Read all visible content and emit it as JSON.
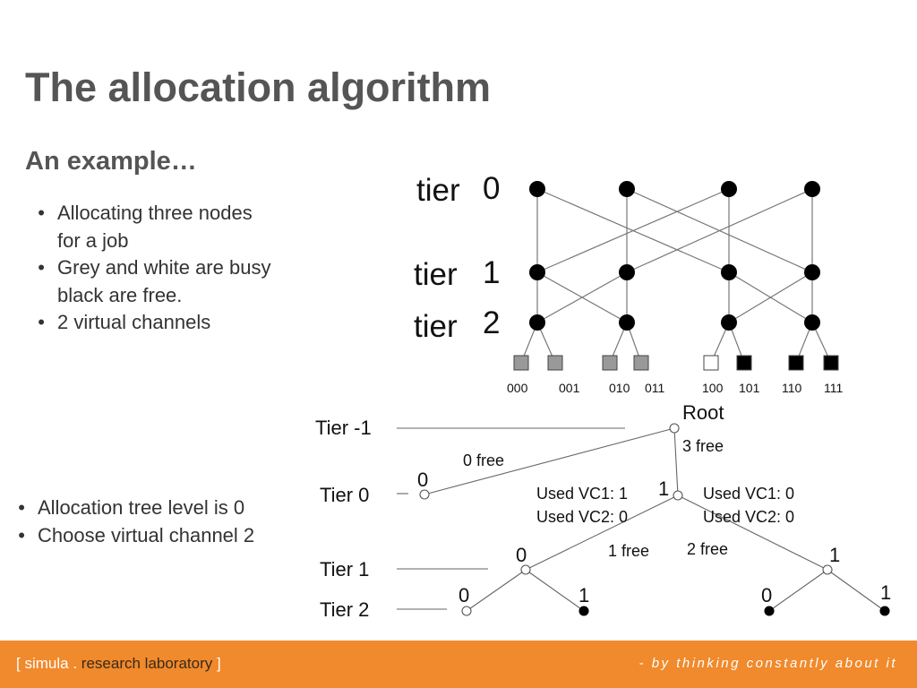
{
  "slide": {
    "title": "The allocation algorithm",
    "subtitle": "An example…",
    "bullets_top": [
      "Allocating three nodes for a job",
      "Grey and white are busy black are free.",
      "2 virtual channels"
    ],
    "bullets_bottom": [
      "Allocation tree level is 0",
      "Choose virtual channel 2"
    ]
  },
  "network": {
    "tier_labels": [
      {
        "word": "tier",
        "num": "0"
      },
      {
        "word": "tier",
        "num": "1"
      },
      {
        "word": "tier",
        "num": "2"
      }
    ],
    "leaf_labels": [
      "000",
      "001",
      "010",
      "011",
      "100",
      "101",
      "110",
      "111"
    ],
    "leaf_states": [
      "busy-grey",
      "busy-grey",
      "busy-grey",
      "busy-grey",
      "busy-white",
      "free",
      "free",
      "free"
    ]
  },
  "tree": {
    "tier_labels": [
      "Tier -1",
      "Tier 0",
      "Tier 1",
      "Tier 2"
    ],
    "root_label": "Root",
    "edge_labels": {
      "root_left": "0 free",
      "root_right": "3 free",
      "n1_left": "1 free",
      "n1_right": "2 free"
    },
    "node_labels": {
      "t0_left": "0",
      "t0_right": "1",
      "t1_left": "0",
      "t1_right": "1",
      "t2_ll": "0",
      "t2_lr": "1",
      "t2_rl": "0",
      "t2_rr": "1"
    },
    "vc_left": [
      "Used VC1: 1",
      "Used VC2: 0"
    ],
    "vc_right": [
      "Used VC1: 0",
      "Used VC2: 0"
    ]
  },
  "footer": {
    "brand_open": "[",
    "brand_name": "simula",
    "brand_dot": ".",
    "brand_lab": "research laboratory",
    "brand_close": "]",
    "tagline": "- by thinking constantly about it"
  },
  "colors": {
    "footer_bg": "#f08a2c",
    "busy_grey": "#999999",
    "free_black": "#000000"
  }
}
